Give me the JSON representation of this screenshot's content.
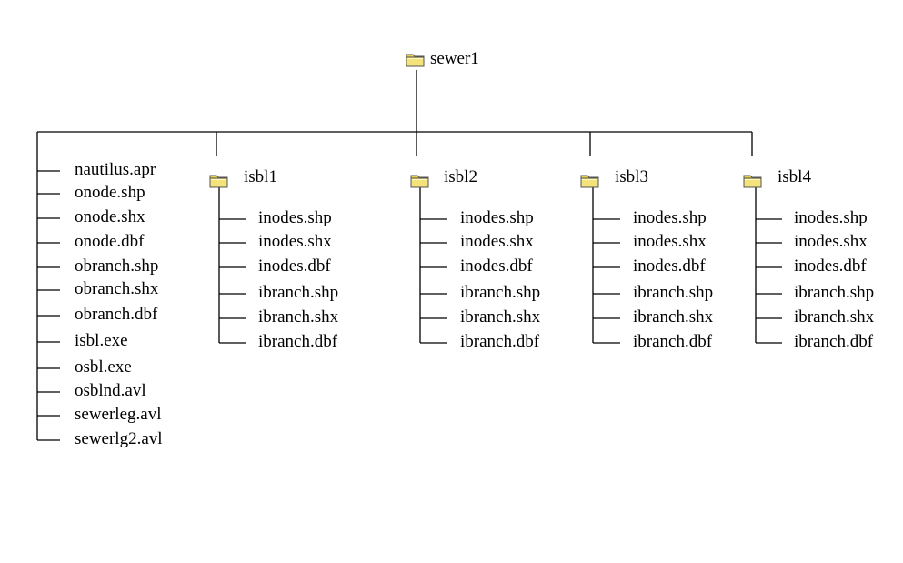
{
  "root": {
    "name": "sewer1",
    "icon": "folder-icon"
  },
  "root_files": [
    "nautilus.apr",
    "onode.shp",
    "onode.shx",
    "onode.dbf",
    "obranch.shp",
    "obranch.shx",
    "obranch.dbf",
    "isbl.exe",
    "osbl.exe",
    "osblnd.avl",
    "sewerleg.avl",
    "sewerlg2.avl"
  ],
  "subfolders": [
    {
      "name": "isbl1",
      "icon": "folder-icon",
      "files": [
        "inodes.shp",
        "inodes.shx",
        "inodes.dbf",
        "ibranch.shp",
        "ibranch.shx",
        "ibranch.dbf"
      ]
    },
    {
      "name": "isbl2",
      "icon": "folder-icon",
      "files": [
        "inodes.shp",
        "inodes.shx",
        "inodes.dbf",
        "ibranch.shp",
        "ibranch.shx",
        "ibranch.dbf"
      ]
    },
    {
      "name": "isbl3",
      "icon": "folder-icon",
      "files": [
        "inodes.shp",
        "inodes.shx",
        "inodes.dbf",
        "ibranch.shp",
        "ibranch.shx",
        "ibranch.dbf"
      ]
    },
    {
      "name": "isbl4",
      "icon": "folder-icon",
      "files": [
        "inodes.shp",
        "inodes.shx",
        "inodes.dbf",
        "ibranch.shp",
        "ibranch.shx",
        "ibranch.dbf"
      ]
    }
  ],
  "colors": {
    "folder_fill": "#f4e27a",
    "folder_tab": "#e8cf4a",
    "folder_outline": "#555555",
    "line": "#000000"
  }
}
